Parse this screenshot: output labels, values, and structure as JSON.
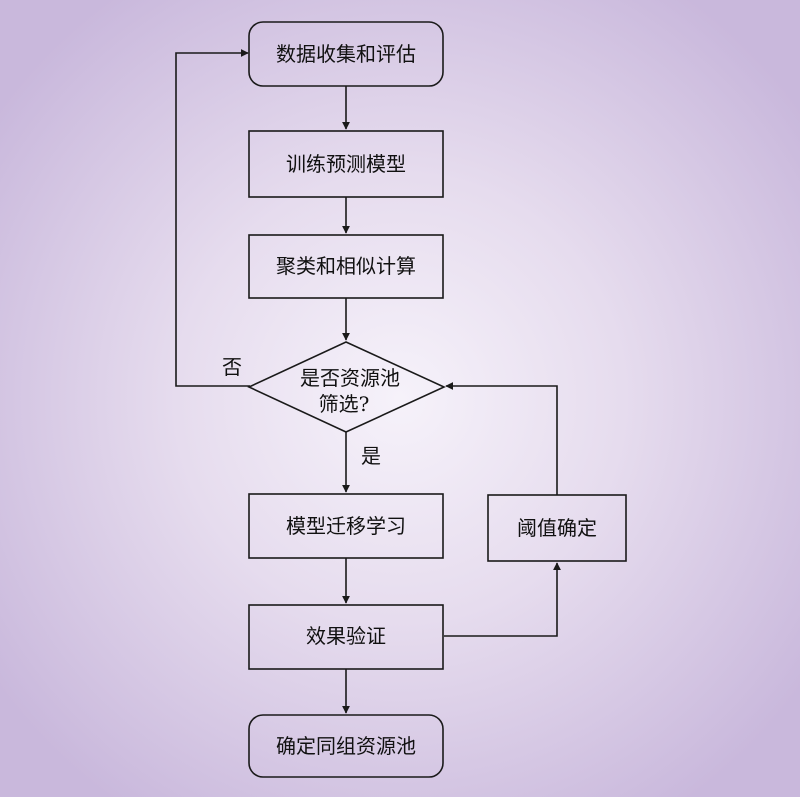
{
  "diagram": {
    "nodes": {
      "collect": "数据收集和评估",
      "train": "训练预测模型",
      "cluster": "聚类和相似计算",
      "decision_line1": "是否资源池",
      "decision_line2": "筛选?",
      "transfer": "模型迁移学习",
      "verify": "效果验证",
      "threshold": "阈值确定",
      "final": "确定同组资源池"
    },
    "edge_labels": {
      "no": "否",
      "yes": "是"
    }
  }
}
